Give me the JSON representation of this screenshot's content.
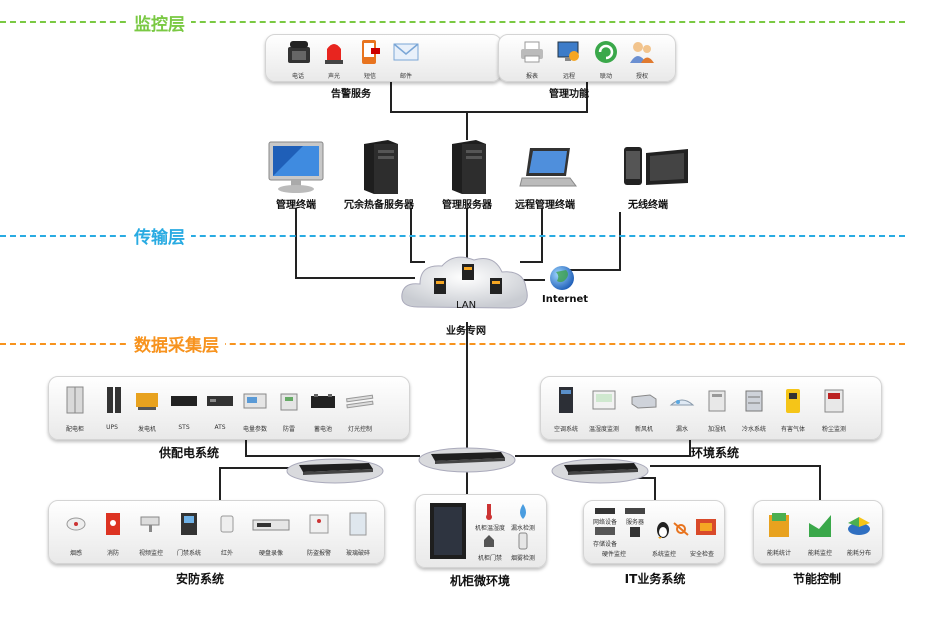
{
  "layers": {
    "monitor": {
      "title": "监控层",
      "color": "#7ac943"
    },
    "transport": {
      "title": "传输层",
      "color": "#29abe2"
    },
    "collect": {
      "title": "数据采集层",
      "color": "#f7931e"
    }
  },
  "alarm_service": {
    "label": "告警服务",
    "items": [
      "电话",
      "声光",
      "短信",
      "邮件"
    ]
  },
  "management_function": {
    "label": "管理功能",
    "items": [
      "报表",
      "远程",
      "联动",
      "授权"
    ]
  },
  "devices": {
    "mgmt_terminal": "管理终端",
    "backup_server": "冗余热备服务器",
    "mgmt_server": "管理服务器",
    "remote_terminal": "远程管理终端",
    "wireless_terminal": "无线终端"
  },
  "network": {
    "lan": "LAN",
    "internet": "Internet",
    "private_net": "业务专网"
  },
  "power_system": {
    "label": "供配电系统",
    "items": [
      "配电柜",
      "UPS",
      "发电机",
      "STS",
      "ATS",
      "电量参数",
      "防雷",
      "蓄电池",
      "灯光控制"
    ]
  },
  "env_system": {
    "label": "环境系统",
    "items": [
      "空调系统",
      "温湿度监测",
      "新风机",
      "漏水",
      "加湿机",
      "冷水系统",
      "有害气体",
      "粉尘监测"
    ]
  },
  "security_system": {
    "label": "安防系统",
    "items": [
      "烟感",
      "消防",
      "视频监控",
      "门禁系统",
      "红外",
      "硬盘录像",
      "防盗报警",
      "玻璃破碎"
    ]
  },
  "cabinet_env": {
    "label": "机柜微环境",
    "items": [
      "机柜温湿度",
      "漏水检测",
      "机柜门禁",
      "烟雾检测"
    ]
  },
  "it_system": {
    "label": "IT业务系统",
    "items": [
      "网络设备",
      "服务器",
      "存储设备",
      "硬件监控",
      "系统监控",
      "安全检查"
    ]
  },
  "energy_control": {
    "label": "节能控制",
    "items": [
      "能耗统计",
      "能耗监控",
      "能耗分布"
    ]
  }
}
